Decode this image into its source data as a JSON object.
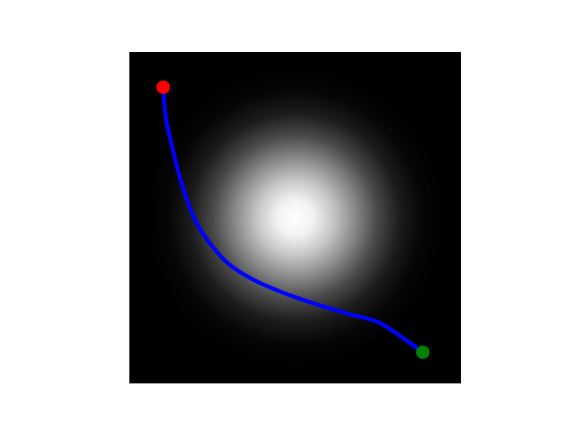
{
  "chart_data": {
    "type": "heatmap",
    "title": "",
    "xlabel": "",
    "ylabel": "",
    "axes_visible": false,
    "background": {
      "kind": "gaussian-blob",
      "center": [
        0.5,
        0.5
      ],
      "sigma": 0.15,
      "colormap": "gray",
      "extent": [
        0,
        1,
        0,
        1
      ]
    },
    "path": {
      "color": "#0000ff",
      "points": [
        [
          0.102,
          0.894
        ],
        [
          0.11,
          0.8
        ],
        [
          0.13,
          0.71
        ],
        [
          0.15,
          0.63
        ],
        [
          0.175,
          0.55
        ],
        [
          0.205,
          0.48
        ],
        [
          0.245,
          0.42
        ],
        [
          0.3,
          0.36
        ],
        [
          0.37,
          0.315
        ],
        [
          0.46,
          0.275
        ],
        [
          0.56,
          0.24
        ],
        [
          0.66,
          0.21
        ],
        [
          0.76,
          0.18
        ],
        [
          0.885,
          0.094
        ]
      ]
    },
    "start_point": {
      "x": 0.102,
      "y": 0.894,
      "color": "#ff0000"
    },
    "end_point": {
      "x": 0.885,
      "y": 0.094,
      "color": "#008000"
    }
  }
}
